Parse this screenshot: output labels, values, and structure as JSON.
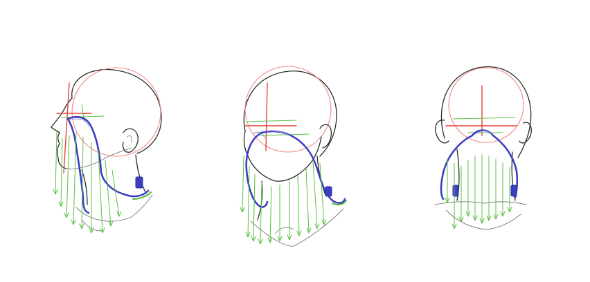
{
  "colors": {
    "paper": "#ffffff",
    "pencil": "#2a2a2a",
    "construction_red": "#e0443a",
    "construction_green": "#59c043",
    "cord_blue": "#3d3fc2"
  },
  "figures": [
    {
      "view": "side-profile"
    },
    {
      "view": "three-quarter"
    },
    {
      "view": "back"
    }
  ]
}
